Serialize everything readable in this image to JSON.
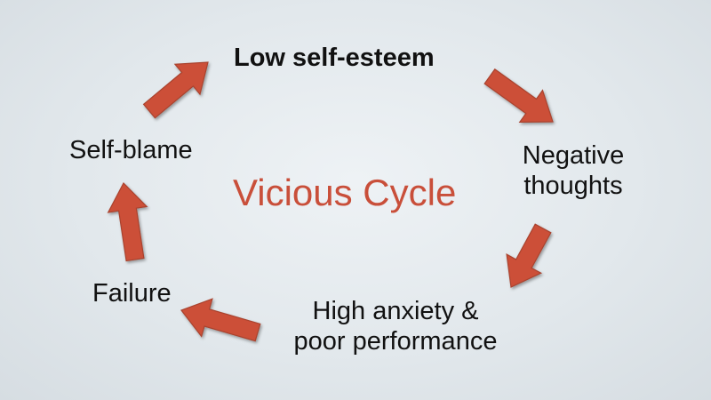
{
  "diagram": {
    "center_label": "Vicious Cycle",
    "nodes": [
      {
        "id": "low-self-esteem",
        "lines": [
          "Low self-esteem"
        ]
      },
      {
        "id": "negative-thoughts",
        "lines": [
          "Negative",
          "thoughts"
        ]
      },
      {
        "id": "high-anxiety",
        "lines": [
          "High anxiety &",
          "poor performance"
        ]
      },
      {
        "id": "failure",
        "lines": [
          "Failure"
        ]
      },
      {
        "id": "self-blame",
        "lines": [
          "Self-blame"
        ]
      }
    ],
    "edges": [
      {
        "from": "self-blame",
        "to": "low-self-esteem"
      },
      {
        "from": "low-self-esteem",
        "to": "negative-thoughts"
      },
      {
        "from": "negative-thoughts",
        "to": "high-anxiety"
      },
      {
        "from": "high-anxiety",
        "to": "failure"
      },
      {
        "from": "failure",
        "to": "self-blame"
      }
    ],
    "colors": {
      "arrow": "#cc5038",
      "center_label": "#c94f3a",
      "node_text": "#111111",
      "background": "#e2e8ec"
    }
  }
}
